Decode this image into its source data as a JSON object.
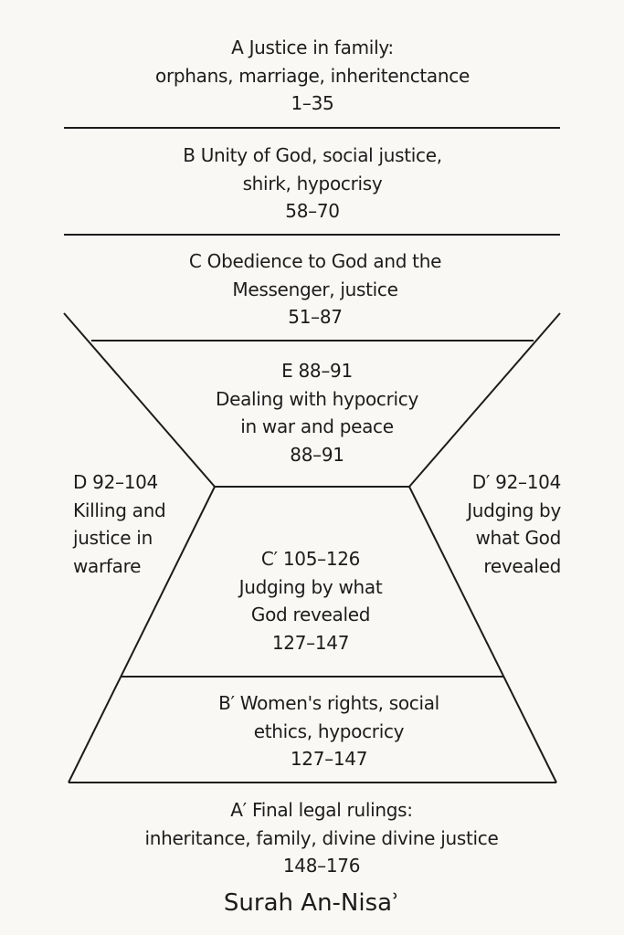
{
  "title": "Surah An-Nisaʾ",
  "sections": {
    "A": {
      "lines": [
        "A   Justice in family:",
        "orphans, marriage, inheritenctance",
        "1–35"
      ]
    },
    "B": {
      "lines": [
        "B   Unity of God, social justice,",
        "shirk, hypocrisy",
        "58–70"
      ]
    },
    "C": {
      "lines": [
        "C   Obedience to God and the",
        "Messenger, justice",
        "51–87"
      ]
    },
    "E": {
      "lines": [
        "E   88–91",
        "Dealing with hypocricy",
        "in war and peace",
        "88–91"
      ]
    },
    "D": {
      "lines": [
        "D   92–104",
        "Killing and",
        "justice in",
        "warfare"
      ]
    },
    "D_prime": {
      "lines": [
        "D′  92–104",
        "Judging by",
        "what God",
        "revealed"
      ]
    },
    "C_prime": {
      "lines": [
        "C′   105–126",
        "Judging by what",
        "God revealed",
        "127–147"
      ]
    },
    "B_prime": {
      "lines": [
        "B′   Women's rights, social",
        "ethics, hypocricy",
        "127–147"
      ]
    },
    "A_prime": {
      "lines": [
        "A′   Final legal rulings:",
        "inheritance, family, divine  divine justice",
        "148–176"
      ]
    }
  }
}
